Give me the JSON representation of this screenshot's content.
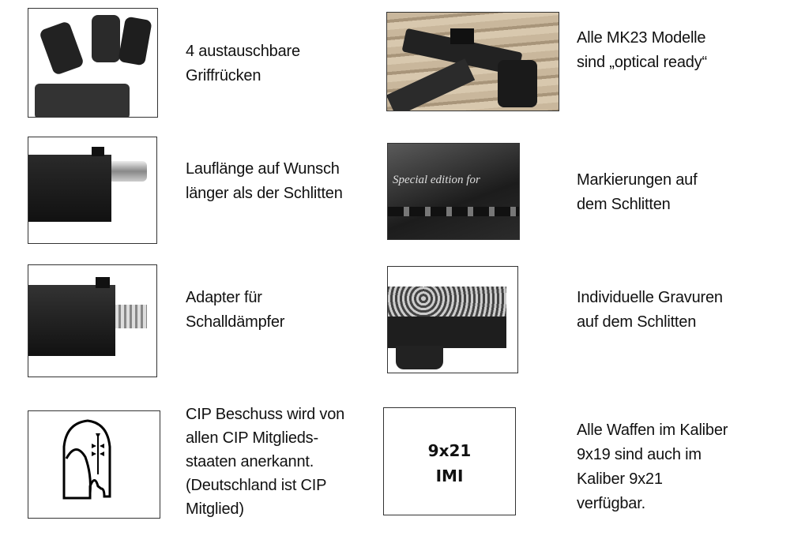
{
  "features": [
    {
      "id": "grips",
      "lines": [
        "4 austauschbare",
        "Griffrücken"
      ],
      "image": "grip-backstraps-photo"
    },
    {
      "id": "optics",
      "lines": [
        "Alle MK23 Modelle",
        "sind „optical ready“"
      ],
      "image": "optic-ready-pistol-photo"
    },
    {
      "id": "barrel",
      "lines": [
        "Lauflänge auf Wunsch",
        "länger als der Schlitten"
      ],
      "image": "extended-barrel-photo"
    },
    {
      "id": "markings",
      "lines": [
        "Markierungen auf",
        "dem Schlitten"
      ],
      "image": "slide-marking-photo",
      "image_text": "Special edition for"
    },
    {
      "id": "suppressor",
      "lines": [
        "Adapter für",
        "Schalldämpfer"
      ],
      "image": "suppressor-adapter-photo"
    },
    {
      "id": "engraving",
      "lines": [
        "Individuelle Gravuren",
        "auf dem Schlitten"
      ],
      "image": "engraved-slide-photo"
    },
    {
      "id": "cip",
      "lines": [
        "CIP Beschuss wird von",
        "allen CIP Mitglieds-",
        "staaten anerkannt.",
        "(Deutschland ist CIP",
        "Mitglied)"
      ],
      "image": "cip-proof-mark"
    },
    {
      "id": "caliber",
      "lines": [
        "Alle Waffen im Kaliber",
        "9x19 sind auch im",
        "Kaliber 9x21",
        "verfügbar."
      ],
      "box_lines": [
        "9x21",
        "IMI"
      ]
    }
  ]
}
